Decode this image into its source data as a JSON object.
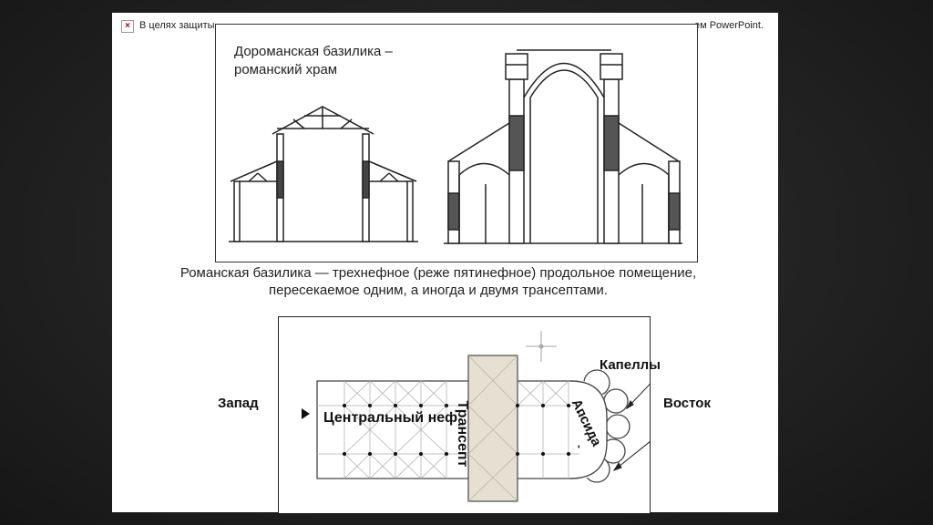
{
  "warning": {
    "icon": "broken-image-icon",
    "left_text": "В целях защиты",
    "right_text": "ем PowerPoint."
  },
  "section": {
    "caption": "Дороманская базилика –\nроманский храм"
  },
  "description": "Романская базилика — трехнефное (реже пятинефное) продольное помещение, пересекаемое одним, а иногда и двумя трансептами.",
  "plan": {
    "west": "Запад",
    "east": "Восток",
    "nave": "Центральный неф",
    "transept": "Трансепт",
    "apse": "Апсида",
    "chapels": "Капеллы",
    "compass": "compass-rose-icon"
  },
  "colors": {
    "background": "#1e1e1e",
    "slide": "#ffffff",
    "transept_fill": "#e6e0d2",
    "line": "#222222"
  }
}
